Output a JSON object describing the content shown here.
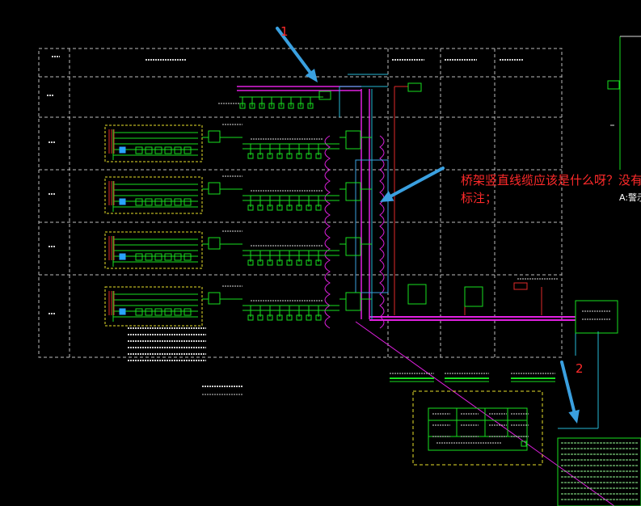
{
  "annotations": {
    "question": "桥架竖直线缆应该是什么呀？没有标注；",
    "marker_1": "1",
    "marker_2": "2",
    "side_label": "A:警示"
  },
  "colors": {
    "background": "#000000",
    "grid_dash": "#bdbdbd",
    "wire_green": "#17e01f",
    "tray_magenta": "#e020e0",
    "trunk_cyan": "#26b7d6",
    "feeder_red": "#e02a2a",
    "callout_blue": "#3aa0e0",
    "note_red": "#ff2a2a",
    "panel_yellow": "#e8e02a"
  },
  "diagram": {
    "floors": [
      "2F",
      "3F",
      "4F",
      "5F",
      "6F"
    ],
    "columns": 5,
    "icons": [
      "arrow-callout-1",
      "arrow-callout-2",
      "arrow-callout-tray"
    ]
  }
}
